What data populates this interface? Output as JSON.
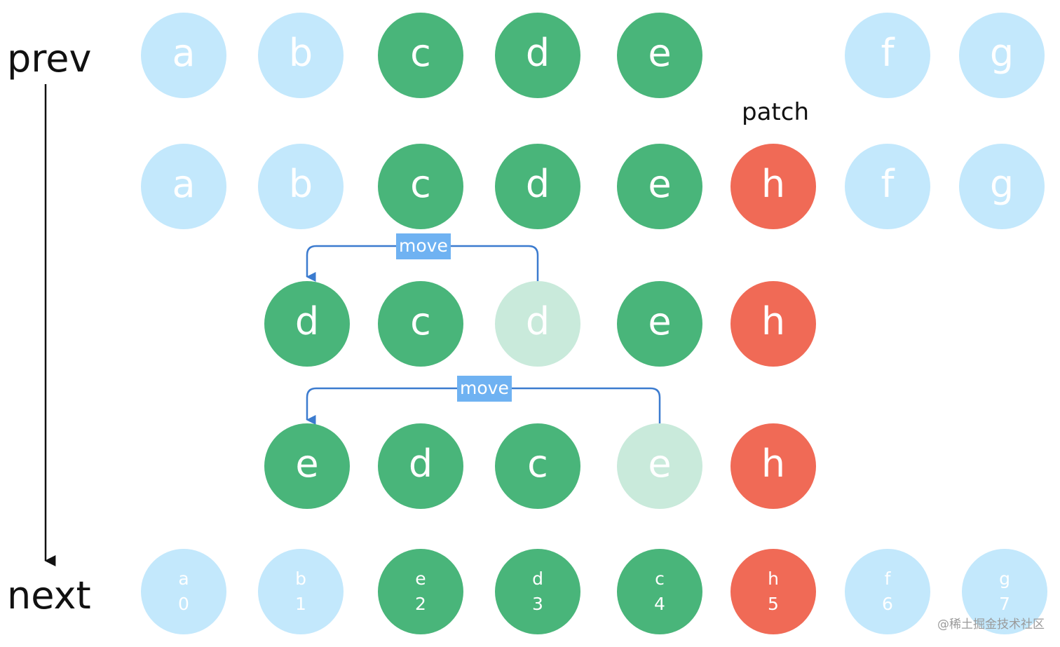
{
  "labels": {
    "prev": "prev",
    "next": "next",
    "patch": "patch",
    "move": "move"
  },
  "watermark": "@稀土掘金技术社区",
  "colors": {
    "unchanged": "#c3e8fc",
    "kept": "#49b57a",
    "new": "#f06a56",
    "moved_origin": "#c9eadb",
    "arrow": "#3b7bcf",
    "move_tag": "#6fb2f2"
  },
  "rows": [
    {
      "name": "row-prev",
      "nodes": [
        {
          "t": "a",
          "c": "unchanged"
        },
        {
          "t": "b",
          "c": "unchanged"
        },
        {
          "t": "c",
          "c": "kept"
        },
        {
          "t": "d",
          "c": "kept"
        },
        {
          "t": "e",
          "c": "kept"
        },
        {
          "t": "f",
          "c": "unchanged"
        },
        {
          "t": "g",
          "c": "unchanged"
        }
      ]
    },
    {
      "name": "row-patched",
      "nodes": [
        {
          "t": "a",
          "c": "unchanged"
        },
        {
          "t": "b",
          "c": "unchanged"
        },
        {
          "t": "c",
          "c": "kept"
        },
        {
          "t": "d",
          "c": "kept"
        },
        {
          "t": "e",
          "c": "kept"
        },
        {
          "t": "h",
          "c": "new"
        },
        {
          "t": "f",
          "c": "unchanged"
        },
        {
          "t": "g",
          "c": "unchanged"
        }
      ]
    },
    {
      "name": "row-move-1",
      "nodes": [
        {
          "t": "d",
          "c": "kept"
        },
        {
          "t": "c",
          "c": "kept"
        },
        {
          "t": "d",
          "c": "moved_origin"
        },
        {
          "t": "e",
          "c": "kept"
        },
        {
          "t": "h",
          "c": "new"
        }
      ]
    },
    {
      "name": "row-move-2",
      "nodes": [
        {
          "t": "e",
          "c": "kept"
        },
        {
          "t": "d",
          "c": "kept"
        },
        {
          "t": "c",
          "c": "kept"
        },
        {
          "t": "e",
          "c": "moved_origin"
        },
        {
          "t": "h",
          "c": "new"
        }
      ]
    }
  ],
  "next_row": [
    {
      "t": "a",
      "i": "0",
      "c": "unchanged"
    },
    {
      "t": "b",
      "i": "1",
      "c": "unchanged"
    },
    {
      "t": "e",
      "i": "2",
      "c": "kept"
    },
    {
      "t": "d",
      "i": "3",
      "c": "kept"
    },
    {
      "t": "c",
      "i": "4",
      "c": "kept"
    },
    {
      "t": "h",
      "i": "5",
      "c": "new"
    },
    {
      "t": "f",
      "i": "6",
      "c": "unchanged"
    },
    {
      "t": "g",
      "i": "7",
      "c": "unchanged"
    }
  ]
}
